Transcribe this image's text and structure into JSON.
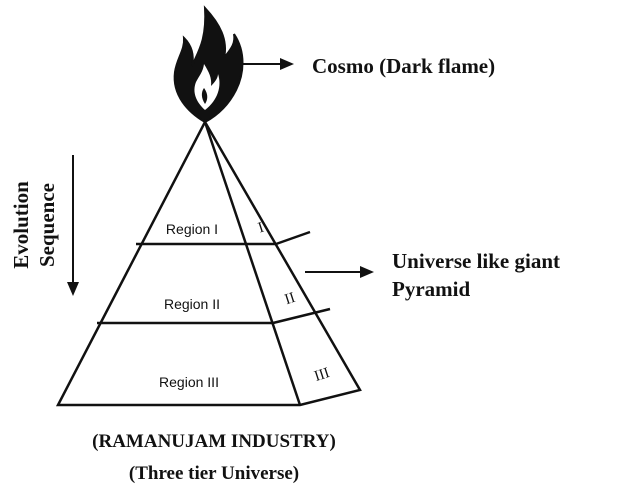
{
  "labels": {
    "cosmo": "Cosmo (Dark flame)",
    "universe_line1": "Universe like giant",
    "universe_line2": "Pyramid",
    "evolution": "Evolution",
    "sequence": "Sequence",
    "caption_line1": "(RAMANUJAM INDUSTRY)",
    "caption_line2": "(Three tier Universe)"
  },
  "regions": [
    {
      "name": "Region I",
      "numeral": "I"
    },
    {
      "name": "Region II",
      "numeral": "II"
    },
    {
      "name": "Region III",
      "numeral": "III"
    }
  ],
  "colors": {
    "ink": "#111111",
    "background": "#ffffff"
  },
  "icons": {
    "flame": "flame-icon"
  }
}
